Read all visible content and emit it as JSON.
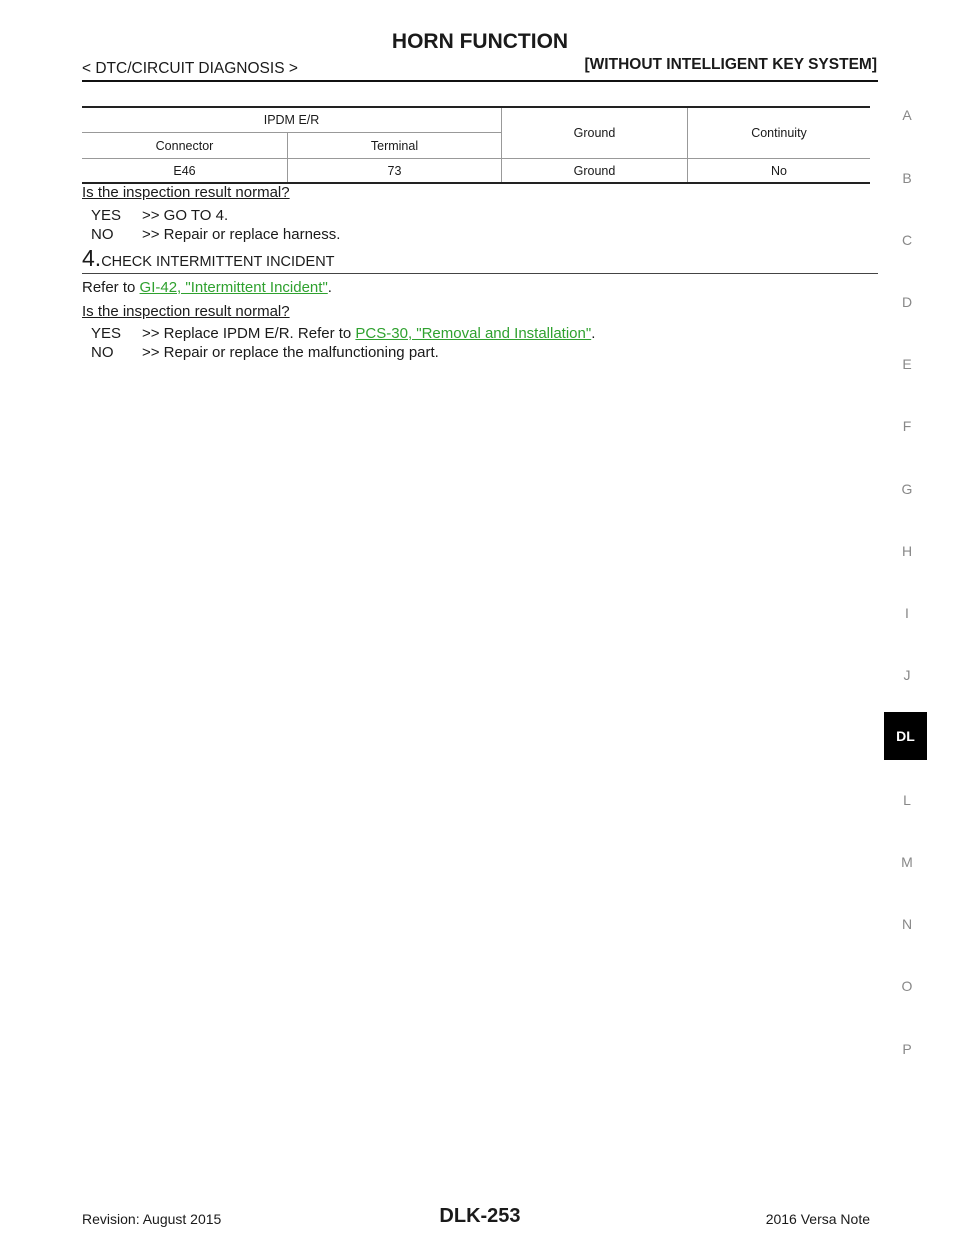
{
  "header": {
    "title": "HORN FUNCTION",
    "breadcrumb": "< DTC/CIRCUIT DIAGNOSIS >",
    "system": "[WITHOUT INTELLIGENT KEY SYSTEM]"
  },
  "table": {
    "group_header": "IPDM E/R",
    "col_connector": "Connector",
    "col_terminal": "Terminal",
    "col_ground": "Ground",
    "col_continuity": "Continuity",
    "row": {
      "connector": "E46",
      "terminal": "73",
      "ground": "Ground",
      "continuity": "No"
    }
  },
  "q1": {
    "question": "Is the inspection result normal?",
    "yes_key": "YES",
    "yes_text": ">> GO TO 4.",
    "no_key": "NO",
    "no_text": ">> Repair or replace harness."
  },
  "step4": {
    "number": "4.",
    "title": "CHECK INTERMITTENT INCIDENT",
    "refer_prefix": "Refer to ",
    "refer_link": "GI-42, \"Intermittent Incident\"",
    "refer_suffix": "."
  },
  "q2": {
    "question": "Is the inspection result normal?",
    "yes_key": "YES",
    "yes_text": ">> Replace IPDM E/R. Refer to ",
    "yes_link": "PCS-30, \"Removal and Installation\"",
    "yes_suffix": ".",
    "no_key": "NO",
    "no_text": ">> Repair or replace the malfunctioning part."
  },
  "side_tabs": [
    "A",
    "B",
    "C",
    "D",
    "E",
    "F",
    "G",
    "H",
    "I",
    "J",
    "DL",
    "L",
    "M",
    "N",
    "O",
    "P"
  ],
  "footer": {
    "revision": "Revision: August 2015",
    "page": "DLK-253",
    "model": "2016 Versa Note"
  },
  "colors": {
    "link": "#2fa12f",
    "active_tab_bg": "#000000"
  }
}
